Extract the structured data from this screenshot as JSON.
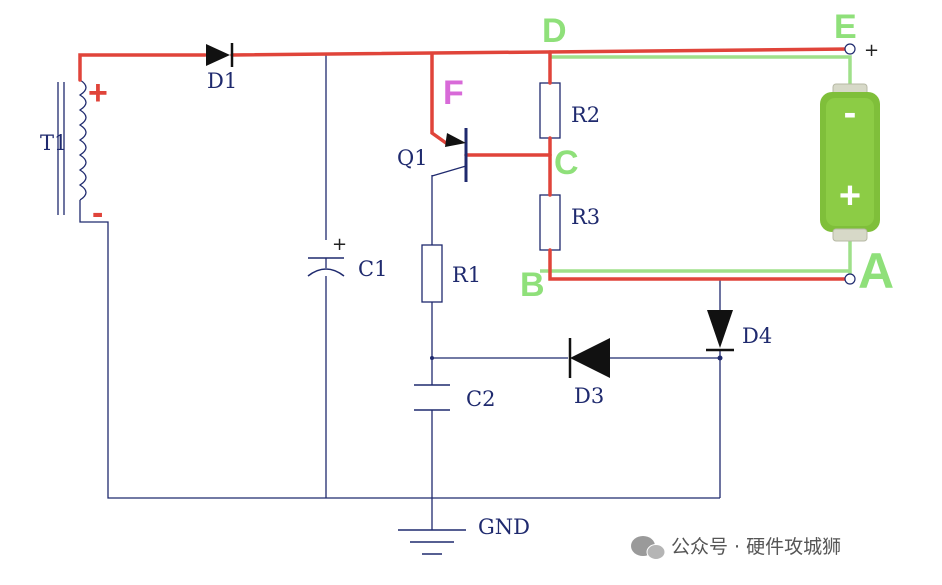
{
  "components": {
    "t1": "T1",
    "d1": "D1",
    "c1": "C1",
    "q1": "Q1",
    "r1": "R1",
    "r2": "R2",
    "r3": "R3",
    "c2": "C2",
    "d3": "D3",
    "d4": "D4",
    "gnd": "GND"
  },
  "nodes": {
    "a": "A",
    "b": "B",
    "c": "C",
    "d": "D",
    "e": "E",
    "f": "F"
  },
  "polarity": {
    "t1_plus": "+",
    "t1_minus": "-",
    "battery_minus": "-",
    "battery_plus": "+",
    "terminal_plus": "+",
    "c1_plus": "+"
  },
  "watermark": "公众号 · 硬件攻城狮",
  "colors": {
    "wire": "#1f2a6e",
    "current_path": "#e0443a",
    "battery_path": "#9fe08a",
    "node_label_f": "#d86ad8",
    "battery": "#7fbf3a"
  }
}
